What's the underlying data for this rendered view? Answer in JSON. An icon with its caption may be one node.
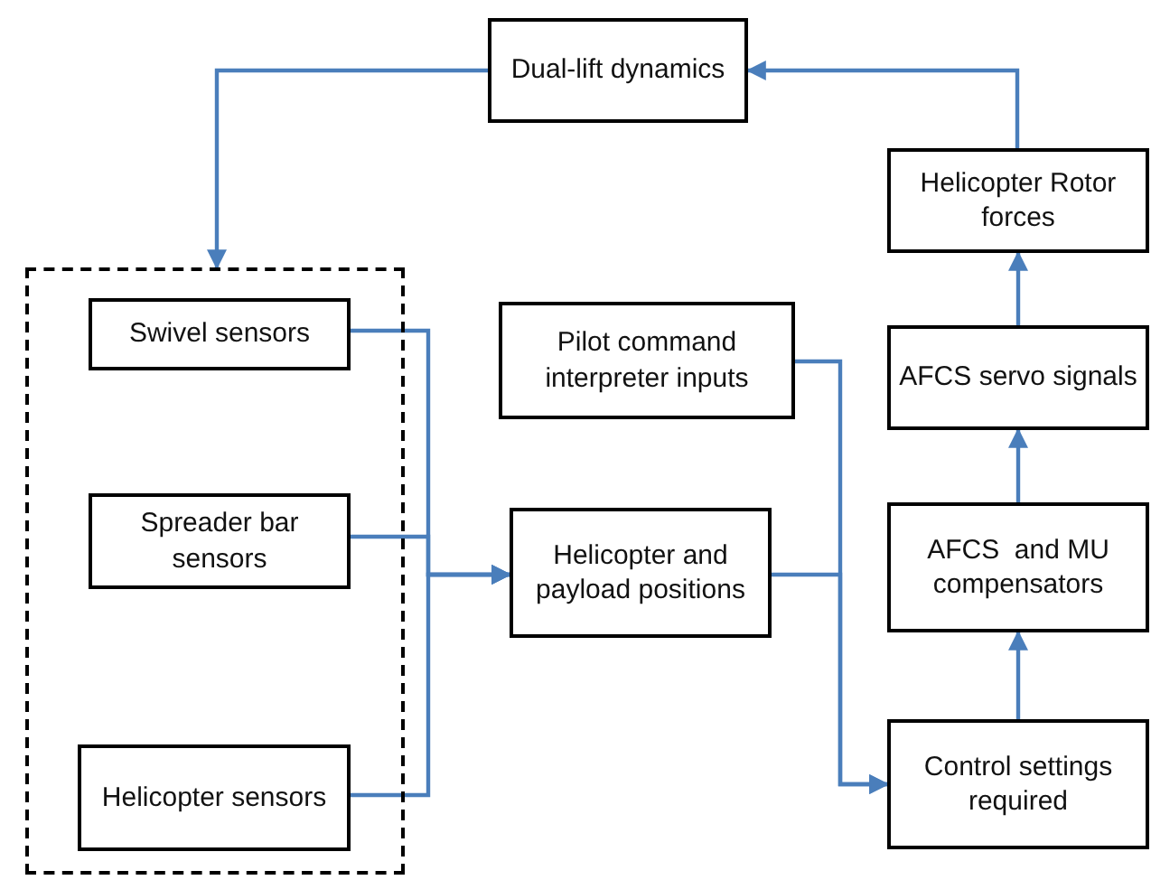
{
  "diagram": {
    "nodes": [
      {
        "text": [
          "Dual-lift dynamics"
        ]
      },
      {
        "text": [],
        "shape": "box"
      },
      {
        "text": [
          "Swivel sensors"
        ],
        "in": 1
      },
      {
        "text": [
          "Spreader bar sensors"
        ],
        "in": 1
      },
      {
        "text": [
          "Helicopter sensors"
        ],
        "in": 1
      },
      {
        "text": [
          "Helicopter and payload positions"
        ]
      },
      {
        "text": [
          "Pilot command interpreter inputs"
        ]
      },
      {
        "text": [
          "Helicopter Rotor forces"
        ]
      },
      {
        "text": [
          "AFCS servo signals"
        ]
      },
      {
        "text": [
          "AFCS  and MU compensators"
        ]
      },
      {
        "text": [
          "Control settings required"
        ]
      }
    ],
    "edges": [
      {
        "from": 0,
        "to": 1,
        "arrow": "to"
      },
      {
        "from": 2,
        "to": 5,
        "arrow": "to"
      },
      {
        "from": 3,
        "to": 5,
        "arrow": "to"
      },
      {
        "from": 4,
        "to": 5,
        "arrow": "to"
      },
      {
        "from": 6,
        "to": 10,
        "arrow": "to"
      },
      {
        "from": 5,
        "to": 10,
        "arrow": "to"
      },
      {
        "from": 10,
        "to": 9,
        "arrow": "to"
      },
      {
        "from": 9,
        "to": 8,
        "arrow": "to"
      },
      {
        "from": 8,
        "to": 7,
        "arrow": "to"
      },
      {
        "from": 7,
        "to": 0,
        "arrow": "to"
      }
    ]
  }
}
